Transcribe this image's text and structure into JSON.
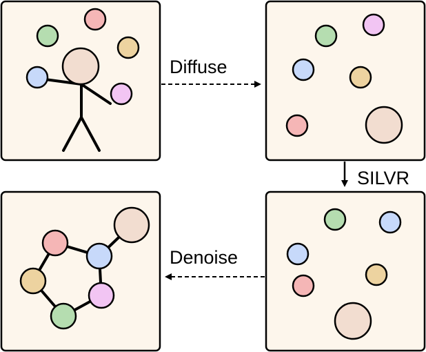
{
  "diagram": {
    "labels": {
      "diffuse": "Diffuse",
      "silvr": "SILVR",
      "denoise": "Denoise"
    },
    "colors": {
      "panel_fill": "#fdf6ec",
      "green": "#b5ddb0",
      "red": "#f5b6b6",
      "orange": "#edd3a0",
      "blue": "#c7d9fa",
      "pink": "#f2c5f3",
      "beige": "#f2ddd0",
      "stroke": "#000000"
    }
  }
}
